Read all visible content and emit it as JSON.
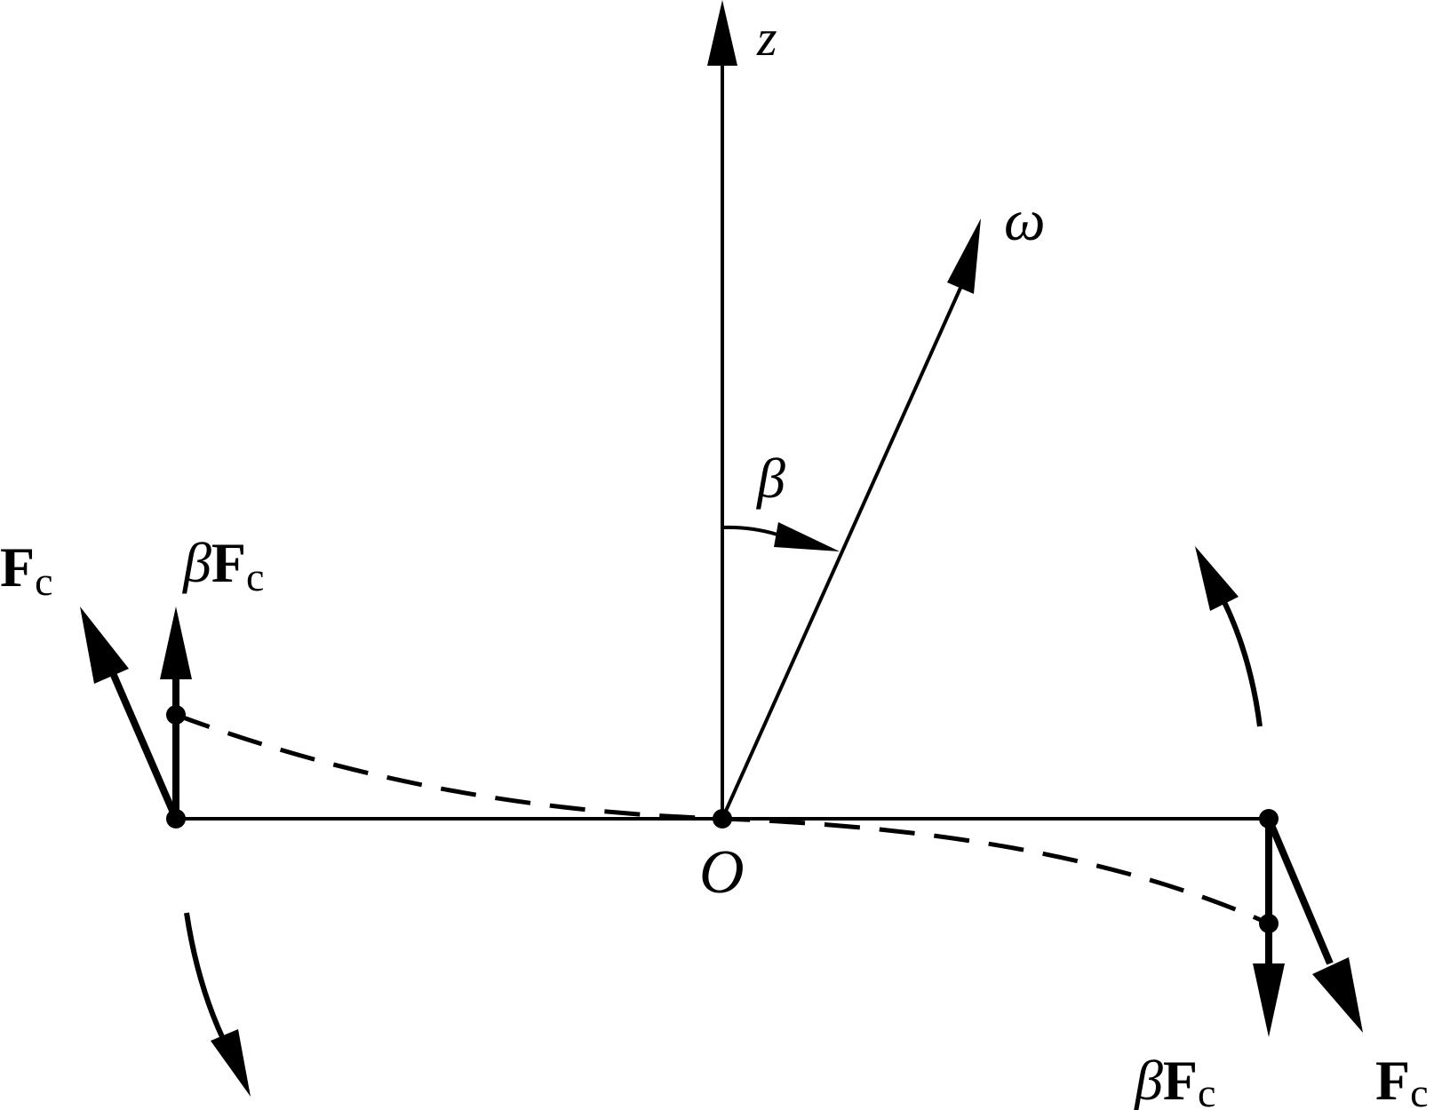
{
  "labels": {
    "z_axis": "z",
    "omega": "ω",
    "beta_angle": "β",
    "origin": "O",
    "beta_symbol": "β",
    "force": "F",
    "force_subscript": "c"
  },
  "colors": {
    "ink": "#000000",
    "background": "#ffffff"
  }
}
